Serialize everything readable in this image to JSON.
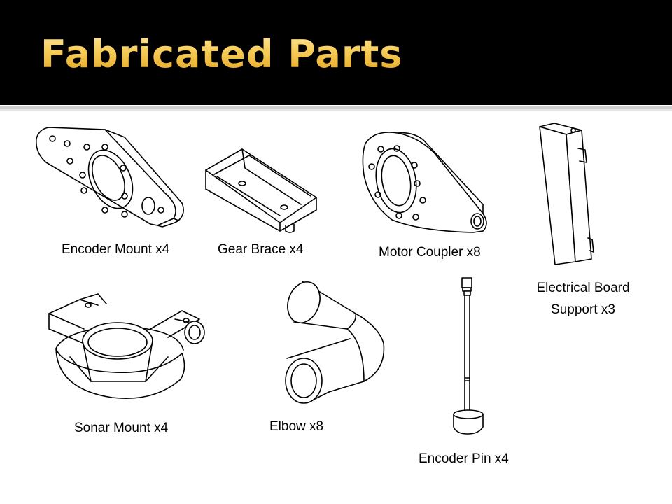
{
  "slide": {
    "title": "Fabricated Parts",
    "title_color": "#f4c244",
    "header_color": "#000000"
  },
  "parts": {
    "encoder_mount": "Encoder Mount x4",
    "gear_brace": "Gear Brace x4",
    "motor_coupler": "Motor Coupler x8",
    "electrical_board_line1": "Electrical Board",
    "electrical_board_line2": "Support x3",
    "sonar_mount": "Sonar Mount x4",
    "elbow": "Elbow x8",
    "encoder_pin": "Encoder Pin x4"
  }
}
